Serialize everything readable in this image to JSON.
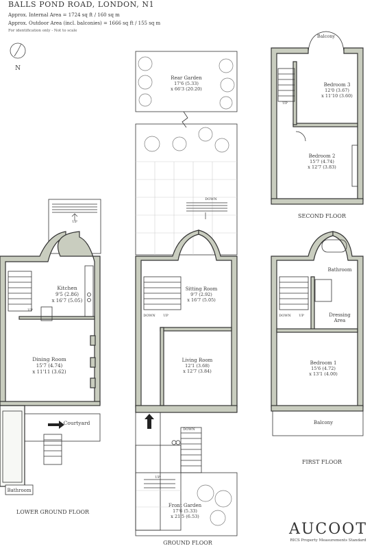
{
  "header": {
    "title": "BALLS POND ROAD, LONDON, N1",
    "internal_area": "Approx. Internal Area = 1724 sq ft / 160 sq m",
    "outdoor_area": "Approx. Outdoor Area (incl. balconies) = 1666 sq ft / 155 sq m",
    "disclaimer": "For identification only - Not to scale"
  },
  "compass": {
    "label": "N"
  },
  "floors": {
    "lower_ground": "LOWER GROUND FLOOR",
    "ground": "GROUND FLOOR",
    "first": "FIRST FLOOR",
    "second": "SECOND FLOOR"
  },
  "rooms": {
    "kitchen": {
      "name": "Kitchen",
      "dim1": "9'5 (2.86)",
      "dim2": "x 16'7 (5.05)"
    },
    "dining": {
      "name": "Dining Room",
      "dim1": "15'7 (4.74)",
      "dim2": "x 11'11 (3.62)"
    },
    "courtyard": {
      "name": "Courtyard"
    },
    "bathroom_lg": {
      "name": "Bathroom"
    },
    "rear_garden": {
      "name": "Rear Garden",
      "dim1": "17'6 (5.33)",
      "dim2": "x 66'3 (20.20)"
    },
    "sitting": {
      "name": "Sitting Room",
      "dim1": "9'7 (2.92)",
      "dim2": "x 16'7 (5.05)"
    },
    "living": {
      "name": "Living Room",
      "dim1": "12'1 (3.68)",
      "dim2": "x 12'7 (3.84)"
    },
    "front_garden": {
      "name": "Front Garden",
      "dim1": "17'6 (5.33)",
      "dim2": "x 21'5 (6.53)"
    },
    "balcony_2f": {
      "name": "Balcony"
    },
    "bedroom3": {
      "name": "Bedroom 3",
      "dim1": "12'0 (3.67)",
      "dim2": "x 11'10 (3.60)"
    },
    "bedroom2": {
      "name": "Bedroom 2",
      "dim1": "15'7 (4.74)",
      "dim2": "x 12'7 (3.83)"
    },
    "bathroom_1f": {
      "name": "Bathroom"
    },
    "dressing": {
      "name": "Dressing",
      "name2": "Area"
    },
    "bedroom1": {
      "name": "Bedroom 1",
      "dim1": "15'6 (4.72)",
      "dim2": "x 13'1 (4.00)"
    },
    "balcony_1f": {
      "name": "Balcony"
    }
  },
  "stair_labels": {
    "up": "UP",
    "down": "DOWN"
  },
  "brand": {
    "name": "AUCOOT",
    "subtitle": "RICS Property Measurements Standard"
  }
}
